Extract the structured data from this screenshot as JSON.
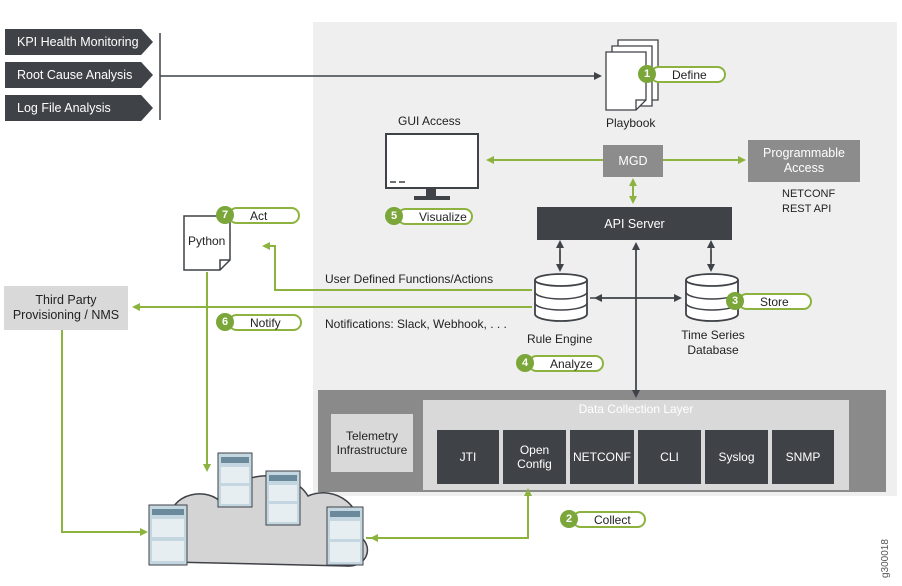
{
  "use_cases": [
    "KPI Health Monitoring",
    "Root Cause Analysis",
    "Log File Analysis"
  ],
  "playbook": "Playbook",
  "gui_access": "GUI Access",
  "mgd": "MGD",
  "programmable_access": "Programmable Access",
  "programmable_protocols": [
    "NETCONF",
    "REST API"
  ],
  "api_server": "API Server",
  "rule_engine": "Rule Engine",
  "tsdb": [
    "Time Series",
    "Database"
  ],
  "python": "Python",
  "third_party": "Third Party Provisioning / NMS",
  "udf_label": "User Defined Functions/Actions",
  "notifications_label": "Notifications: Slack, Webhook, . . .",
  "data_collection_layer": "Data Collection Layer",
  "telemetry_infra": "Telemetry Infrastructure",
  "protocols": [
    "JTI",
    "Open Config",
    "NETCONF",
    "CLI",
    "Syslog",
    "SNMP"
  ],
  "steps": [
    {
      "num": "1",
      "label": "Define"
    },
    {
      "num": "2",
      "label": "Collect"
    },
    {
      "num": "3",
      "label": "Store"
    },
    {
      "num": "4",
      "label": "Analyze"
    },
    {
      "num": "5",
      "label": "Visualize"
    },
    {
      "num": "6",
      "label": "Notify"
    },
    {
      "num": "7",
      "label": "Act"
    }
  ],
  "figure_id": "g300018",
  "colors": {
    "accent": "#8cb33f",
    "dark": "#3f4247",
    "mid": "#8c8c8c",
    "light": "#d9d9d9",
    "panel": "#efefef"
  }
}
